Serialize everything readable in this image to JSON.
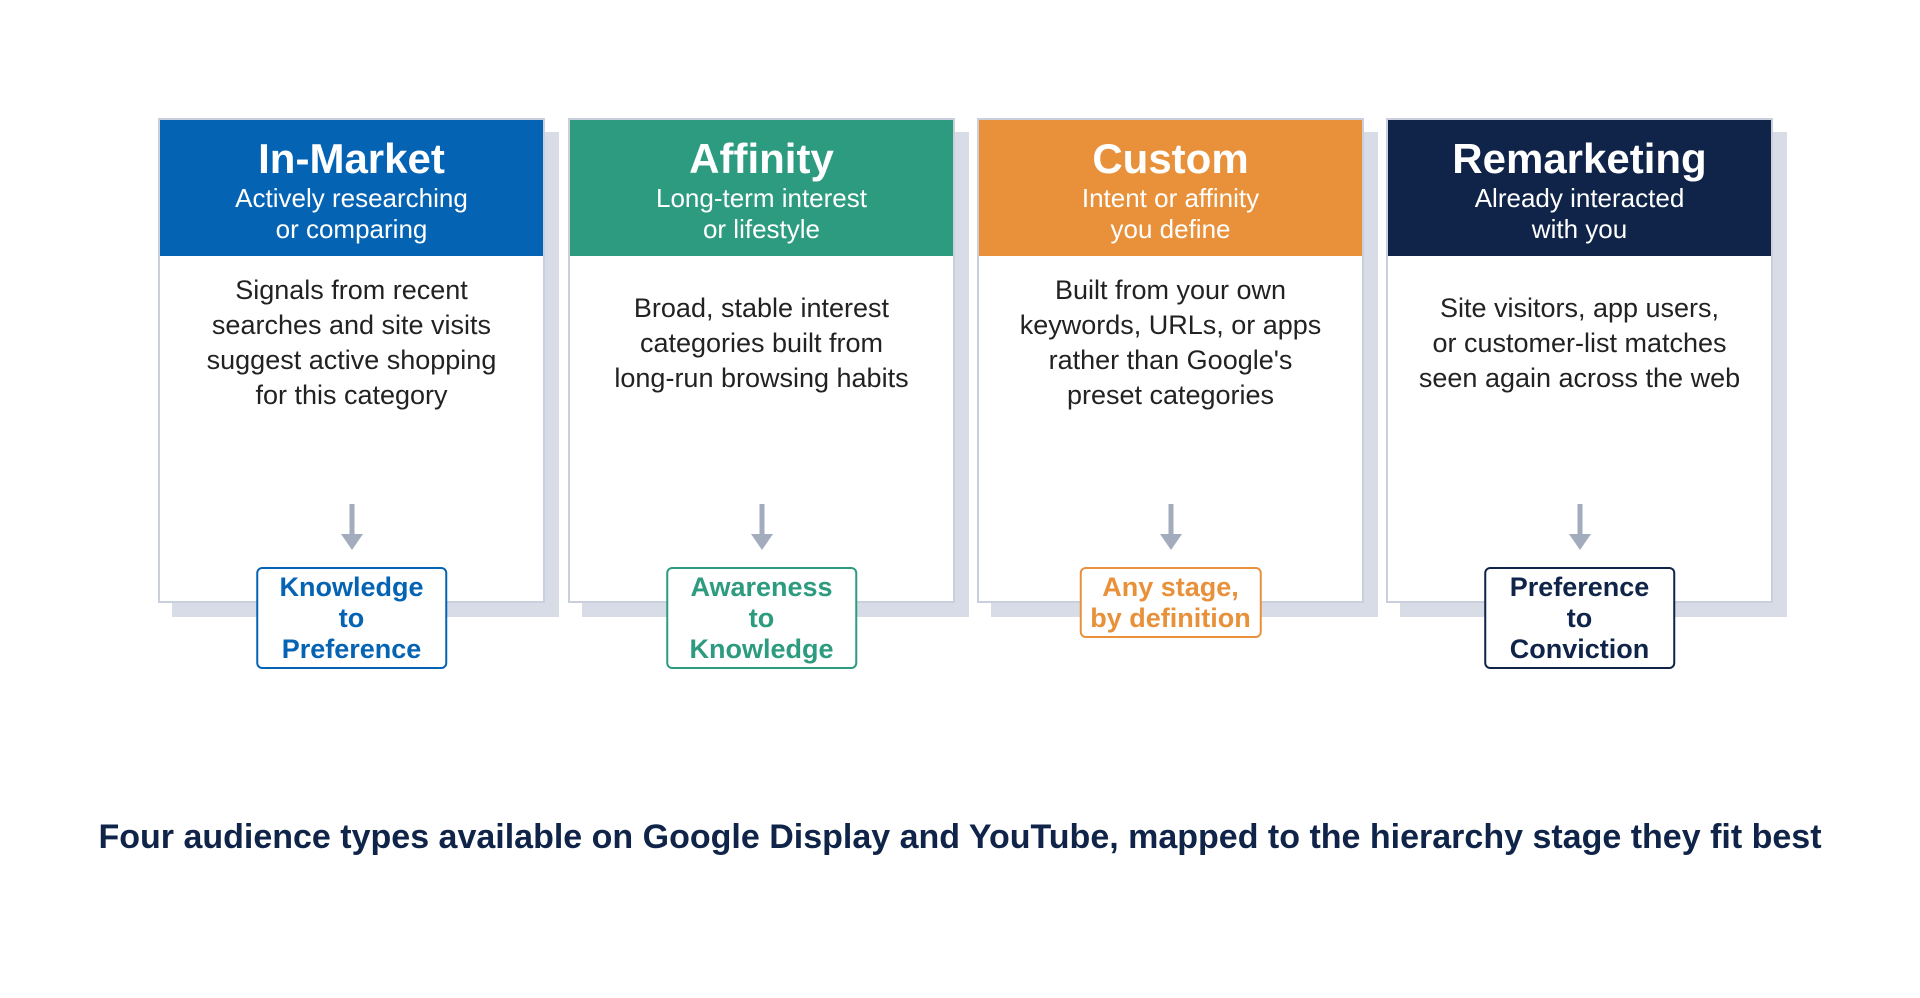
{
  "cards": [
    {
      "title": "In-Market",
      "subtitle": "Actively researching\nor comparing",
      "body": "Signals from recent\nsearches and site visits\nsuggest active shopping\nfor this category",
      "stage": "Knowledge to\nPreference",
      "color": "#0563b4"
    },
    {
      "title": "Affinity",
      "subtitle": "Long-term interest\nor lifestyle",
      "body": "Broad, stable interest\ncategories built from\nlong-run browsing habits",
      "stage": "Awareness to\nKnowledge",
      "color": "#2d9b7f"
    },
    {
      "title": "Custom",
      "subtitle": "Intent or affinity\nyou define",
      "body": "Built from your own\nkeywords, URLs, or apps\nrather than Google's\npreset categories",
      "stage": "Any stage,\nby definition",
      "color": "#e8913a"
    },
    {
      "title": "Remarketing",
      "subtitle": "Already interacted\nwith you",
      "body": "Site visitors, app users,\nor customer-list matches\nseen again across the web",
      "stage": "Preference to\nConviction",
      "color": "#0f2448"
    }
  ],
  "caption": "Four audience types available on Google Display and YouTube, mapped to the hierarchy stage they fit best",
  "arrow_color": "#a3acbc"
}
